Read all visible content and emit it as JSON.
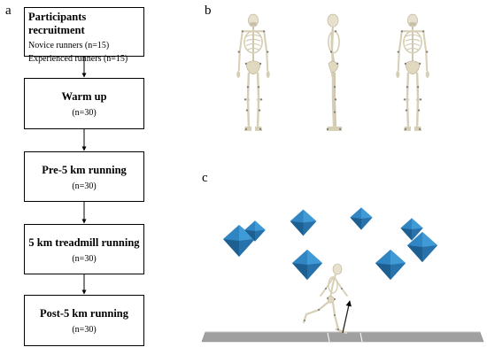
{
  "panels": {
    "a": "a",
    "b": "b",
    "c": "c"
  },
  "flowchart": [
    {
      "title": "Participants recruitment",
      "lines": [
        "Novice runners (n=15)",
        "Experienced runners (n=15)"
      ]
    },
    {
      "title": "Warm up",
      "lines": [
        "(n=30)"
      ]
    },
    {
      "title": "Pre-5 km running",
      "lines": [
        "(n=30)"
      ]
    },
    {
      "title": "5 km treadmill running",
      "lines": [
        "(n=30)"
      ]
    },
    {
      "title": "Post-5 km running",
      "lines": [
        "(n=30)"
      ]
    }
  ],
  "colors": {
    "bone": "#e6e0cc",
    "bone_shadow": "#c8c0a6",
    "marker": "#7a7a7a",
    "camera_blue": "#2f86c2",
    "camera_dark": "#1e5f92",
    "floor": "#9a9a9a"
  }
}
